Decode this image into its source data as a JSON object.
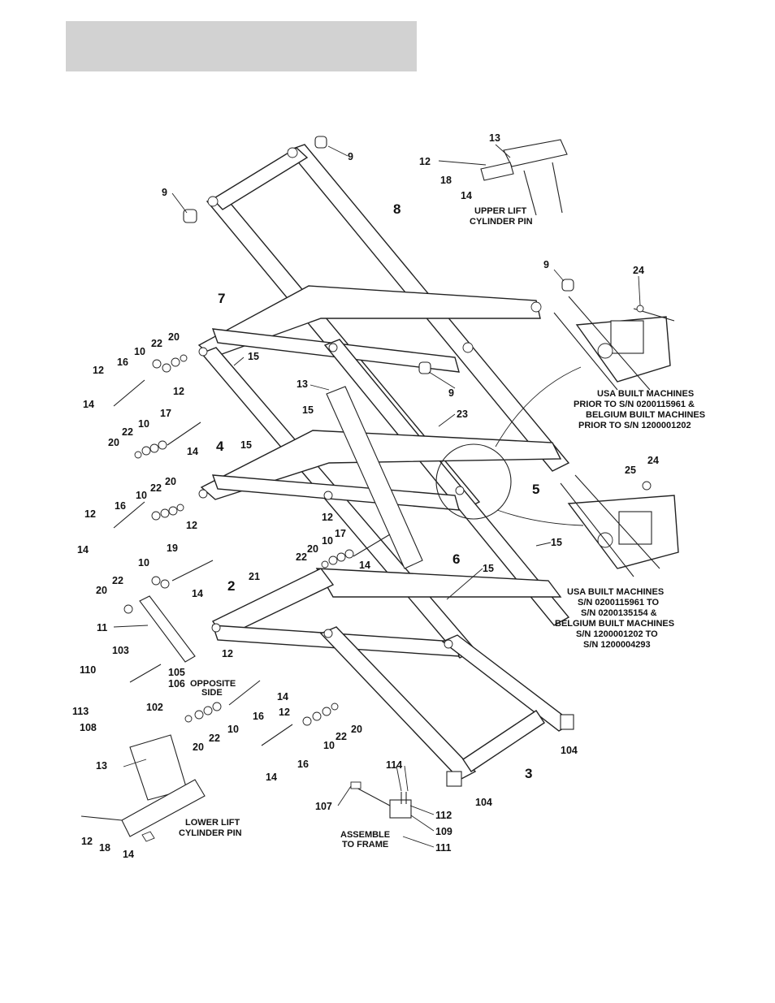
{
  "callouts": {
    "c2": "2",
    "c3": "3",
    "c4": "4",
    "c5": "5",
    "c6": "6",
    "c7": "7",
    "c8": "8",
    "c9": "9",
    "c10": "10",
    "c11": "11",
    "c12": "12",
    "c13": "13",
    "c14": "14",
    "c15": "15",
    "c16": "16",
    "c17": "17",
    "c18": "18",
    "c19": "19",
    "c20": "20",
    "c21": "21",
    "c22": "22",
    "c23": "23",
    "c24": "24",
    "c25": "25",
    "c102": "102",
    "c103": "103",
    "c104": "104",
    "c105": "105",
    "c106": "106",
    "c107": "107",
    "c108": "108",
    "c109": "109",
    "c110": "110",
    "c111": "111",
    "c112": "112",
    "c113": "113",
    "c114": "114"
  },
  "labels": {
    "upper_pin_1": "UPPER LIFT",
    "upper_pin_2": "CYLINDER PIN",
    "lower_pin_1": "LOWER LIFT",
    "lower_pin_2": "CYLINDER PIN",
    "opposite_1": "OPPOSITE",
    "opposite_2": "SIDE",
    "assemble_1": "ASSEMBLE",
    "assemble_2": "TO FRAME",
    "usa_prior_1": "USA BUILT MACHINES",
    "usa_prior_2": "PRIOR TO S/N 0200115961 &",
    "usa_prior_3": "BELGIUM BUILT MACHINES",
    "usa_prior_4": "PRIOR TO S/N 1200001202",
    "usa_range_1": "USA BUILT MACHINES",
    "usa_range_2": "S/N 0200115961 TO",
    "usa_range_3": "S/N 0200135154 &",
    "usa_range_4": "BELGIUM BUILT MACHINES",
    "usa_range_5": "S/N 1200001202 TO",
    "usa_range_6": "S/N 1200004293"
  },
  "colors": {
    "header_band": "#d2d2d2",
    "ink": "#222222"
  }
}
